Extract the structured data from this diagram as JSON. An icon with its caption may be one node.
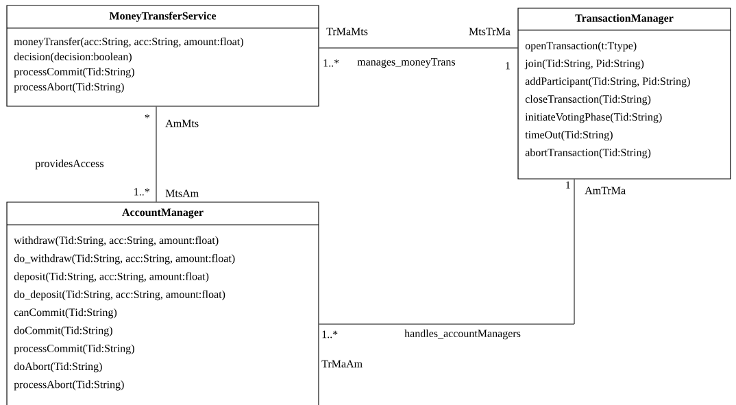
{
  "diagram": {
    "nodes": [
      {
        "text": [
          "MoneyTransferService",
          "moneyTransfer(acc:String, acc:String, amount:float)",
          "decision(decision:boolean)",
          "processCommit(Tid:String)",
          "processAbort(Tid:String)"
        ]
      },
      {
        "text": [
          "TransactionManager",
          "openTransaction(t:Ttype)",
          "join(Tid:String, Pid:String)",
          "addParticipant(Tid:String, Pid:String)",
          "closeTransaction(Tid:String)",
          "initiateVotingPhase(Tid:String)",
          "timeOut(Tid:String)",
          "abortTransaction(Tid:String)"
        ]
      },
      {
        "text": [
          "AccountManager",
          "withdraw(Tid:String, acc:String, amount:float)",
          "do_withdraw(Tid:String, acc:String, amount:float)",
          "deposit(Tid:String, acc:String, amount:float)",
          "do_deposit(Tid:String, acc:String, amount:float)",
          "canCommit(Tid:String)",
          "doCommit(Tid:String)",
          "processCommit(Tid:String)",
          "doAbort(Tid:String)",
          "processAbort(Tid:String)"
        ]
      }
    ],
    "edges": [
      {
        "from": 0,
        "to": 1,
        "arrow": "none",
        "label": "manages_moneyTrans"
      },
      {
        "from": 0,
        "to": 2,
        "arrow": "none",
        "label": "providesAccess"
      },
      {
        "from": 2,
        "to": 1,
        "arrow": "none",
        "label": "handles_accountManagers"
      }
    ],
    "labels": [
      "TrMaMts",
      "MtsTrMa",
      "1..*",
      "1",
      "*",
      "AmMts",
      "1..*",
      "MtsAm",
      "1",
      "AmTrMa",
      "1..*",
      "TrMaAm"
    ]
  }
}
